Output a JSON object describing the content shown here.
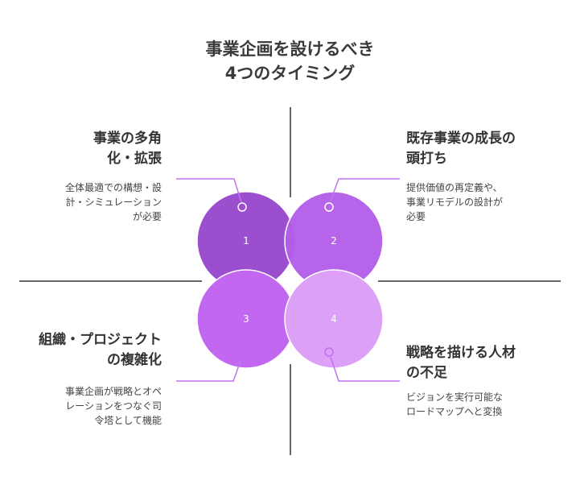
{
  "title": {
    "line1": "事業企画を設けるべき",
    "line2": "4つのタイミング"
  },
  "quadrants": [
    {
      "number": "1",
      "heading_line1": "事業の多角",
      "heading_line2": "化・拡張",
      "desc_line1": "全体最適での構想・設",
      "desc_line2": "計・シミュレーション",
      "desc_line3": "が必要",
      "color": "#9b4fcf"
    },
    {
      "number": "2",
      "heading_line1": "既存事業の成長の",
      "heading_line2": "頭打ち",
      "desc_line1": "提供価値の再定義や、",
      "desc_line2": "事業リモデルの設計が",
      "desc_line3": "必要",
      "color": "#b35ee8"
    },
    {
      "number": "3",
      "heading_line1": "組織・プロジェクト",
      "heading_line2": "の複雑化",
      "desc_line1": "事業企画が戦略とオペ",
      "desc_line2": "レーションをつなぐ司",
      "desc_line3": "令塔として機能",
      "color": "#c268f0"
    },
    {
      "number": "4",
      "heading_line1": "戦略を描ける人材",
      "heading_line2": "の不足",
      "desc_line1": "ビジョンを実行可能な",
      "desc_line2": "ロードマップへと変換",
      "desc_line3": "",
      "color": "#dca0f7"
    }
  ],
  "colors": {
    "axis_line": "#333333",
    "connector": "#c270f0",
    "circle_outline": "#ffffff"
  }
}
